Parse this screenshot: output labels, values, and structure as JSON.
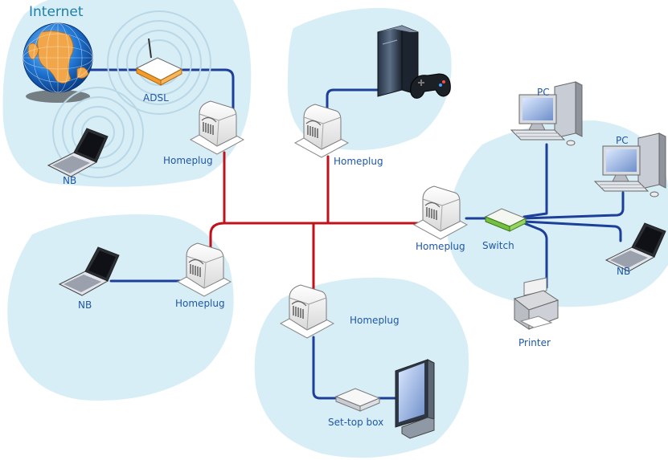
{
  "labels": {
    "internet": "Internet",
    "adsl": "ADSL",
    "nb_top": "NB",
    "nb_left": "NB",
    "nb_right": "NB",
    "homeplug_top_left": "Homeplug",
    "homeplug_top_center": "Homeplug",
    "homeplug_left": "Homeplug",
    "homeplug_bottom": "Homeplug",
    "homeplug_right": "Homeplug",
    "switch": "Switch",
    "pc_top": "PC",
    "pc_right": "PC",
    "printer": "Printer",
    "settop": "Set-top box"
  },
  "colors": {
    "powerline": "#c0121a",
    "network_cable": "#1d3f9a",
    "zone_background": "#d8eef6",
    "label_text": "#1f57a6"
  }
}
